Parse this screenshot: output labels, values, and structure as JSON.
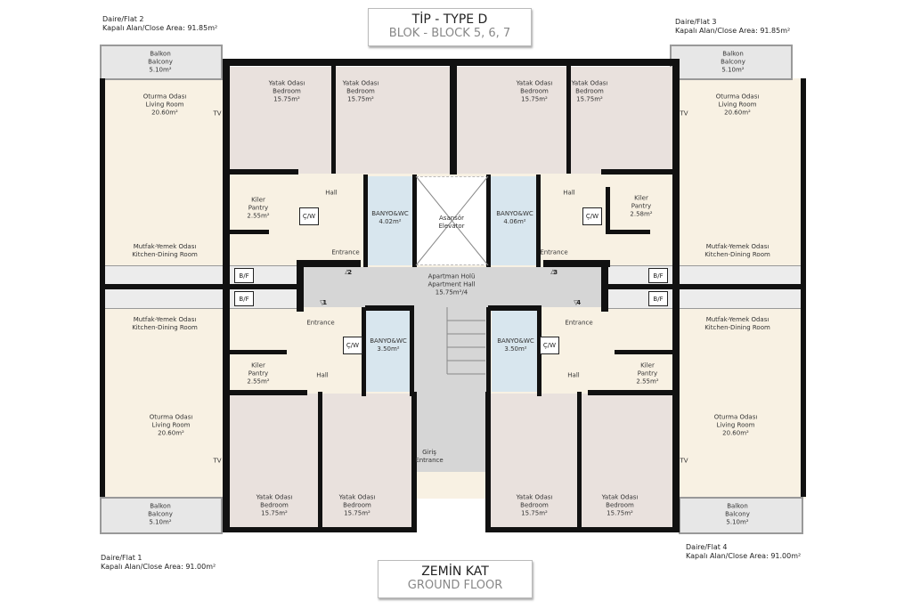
{
  "title": {
    "line1": "TİP - TYPE D",
    "line2": "BLOK - BLOCK 5, 6, 7"
  },
  "floor": {
    "line1": "ZEMİN KAT",
    "line2": "GROUND FLOOR"
  },
  "flats": [
    {
      "name": "Daire/Flat 1",
      "area": "Kapalı Alan/Close Area: 91.00m²"
    },
    {
      "name": "Daire/Flat 2",
      "area": "Kapalı Alan/Close Area: 91.85m²"
    },
    {
      "name": "Daire/Flat 3",
      "area": "Kapalı Alan/Close Area: 91.85m²"
    },
    {
      "name": "Daire/Flat 4",
      "area": "Kapalı Alan/Close Area: 91.00m²"
    }
  ],
  "balcony": {
    "tr": "Balkon",
    "en": "Balcony",
    "area": "5.10m²"
  },
  "living": {
    "tr": "Oturma Odası",
    "en": "Living Room",
    "area": "20.60m²"
  },
  "kitchen": {
    "tr": "Mutfak-Yemek Odası",
    "en": "Kitchen-Dining Room"
  },
  "bedroom": {
    "tr": "Yatak Odası",
    "en": "Bedroom",
    "area": "15.75m²"
  },
  "pantry": {
    "tr": "Kiler",
    "en": "Pantry",
    "areas": [
      "2.55m²",
      "2.58m²",
      "2.55m²",
      "2.55m²"
    ]
  },
  "bath": {
    "label": "BANYO&WC",
    "areas": [
      "4.02m²",
      "4.06m²",
      "3.50m²",
      "3.50m²"
    ]
  },
  "hall": "Hall",
  "cw": "Ç/W",
  "bf": "B/F",
  "entrance": "Entrance",
  "tv": "TV",
  "markers": [
    "1",
    "2",
    "3",
    "4"
  ],
  "elevator": {
    "tr": "Asansör",
    "en": "Elevator"
  },
  "apartment_hall": {
    "tr": "Apartman Holü",
    "en": "Apartment Hall",
    "area": "15.75m²/4"
  },
  "main_entrance": {
    "tr": "Giriş",
    "en": "Entrance"
  }
}
